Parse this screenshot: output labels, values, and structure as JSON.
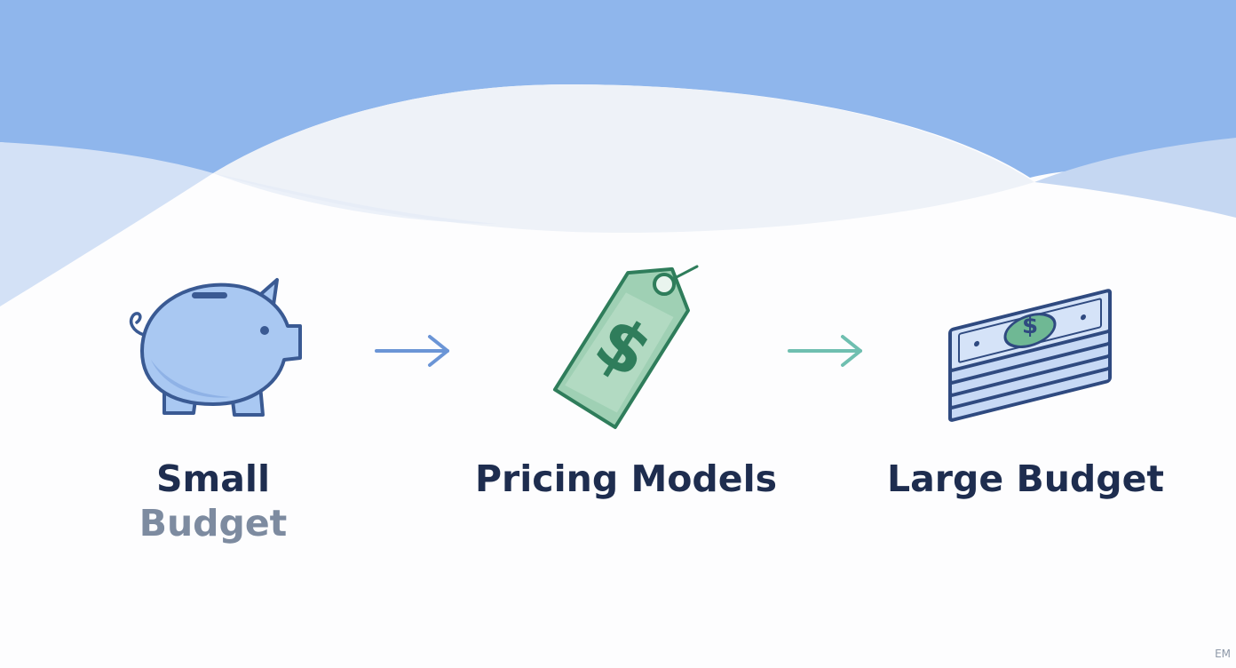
{
  "steps": [
    {
      "icon": "piggy-bank-icon",
      "label_line1": "Small",
      "label_line2": "Budget"
    },
    {
      "icon": "price-tag-icon",
      "label": "Pricing Models"
    },
    {
      "icon": "cash-stack-icon",
      "label": "Large Budget"
    }
  ],
  "tag_symbol": "$",
  "bill_symbol": "$",
  "watermark": "EM",
  "colors": {
    "sky": "#8fb6ec",
    "title_text": "#1e2d4f",
    "muted_text": "#7d8ba0",
    "piggy_fill": "#a9c8f2",
    "piggy_stroke": "#3a5a93",
    "tag_fill": "#9fd0b4",
    "tag_stroke": "#2f7d5b",
    "arrow_blue": "#6b95d6",
    "arrow_teal": "#6fbfb0",
    "bill_fill": "#c7d9f5",
    "bill_stroke": "#2f4a80"
  }
}
